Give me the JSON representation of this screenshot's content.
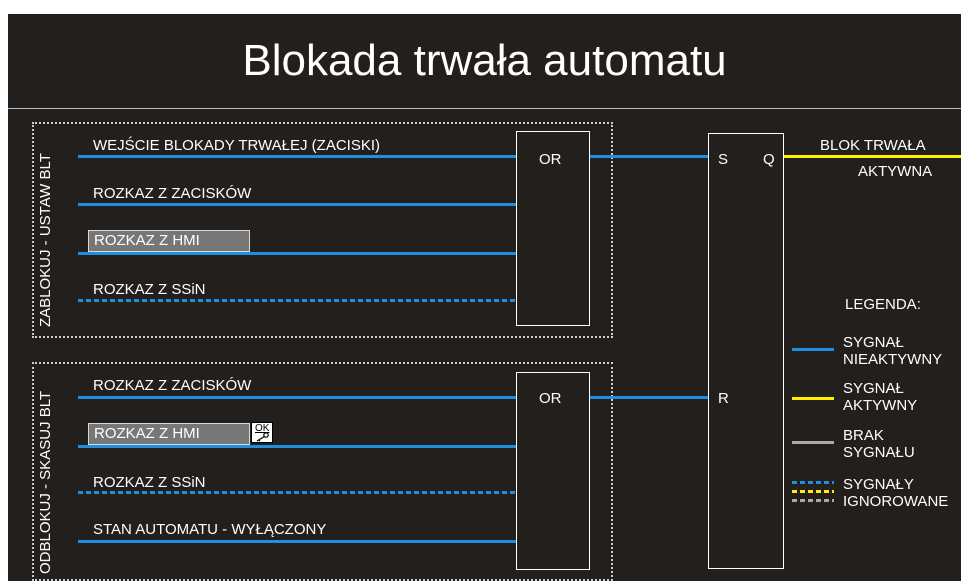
{
  "title": "Blokada trwała automatu",
  "set_group": {
    "label": "ZABLOKUJ - USTAW BLT",
    "inputs": [
      {
        "label": "WEJŚCIE BLOKADY TRWAŁEJ (ZACISKI)",
        "style": "solid"
      },
      {
        "label": "ROZKAZ Z ZACISKÓW",
        "style": "solid"
      },
      {
        "label": "ROZKAZ Z HMI",
        "style": "solid"
      },
      {
        "label": "ROZKAZ Z SSiN",
        "style": "dotted"
      }
    ],
    "gate_label": "OR"
  },
  "reset_group": {
    "label": "ODBLOKUJ - SKASUJ BLT",
    "inputs": [
      {
        "label": "ROZKAZ Z ZACISKÓW",
        "style": "solid"
      },
      {
        "label": "ROZKAZ Z HMI",
        "style": "solid"
      },
      {
        "label": "ROZKAZ Z SSiN",
        "style": "dotted"
      },
      {
        "label": "STAN AUTOMATU - WYŁĄCZONY",
        "style": "solid"
      }
    ],
    "gate_label": "OR",
    "hmi_button_label": "OK"
  },
  "flipflop": {
    "set_pin": "S",
    "reset_pin": "R",
    "output_pin": "Q"
  },
  "output": {
    "line1": "BLOK TRWAŁA",
    "line2": "AKTYWNA"
  },
  "legend": {
    "title": "LEGENDA:",
    "items": [
      {
        "line1": "SYGNAŁ",
        "line2": "NIEAKTYWNY"
      },
      {
        "line1": "SYGNAŁ",
        "line2": "AKTYWNY"
      },
      {
        "line1": "BRAK",
        "line2": "SYGNAŁU"
      },
      {
        "line1": "SYGNAŁY",
        "line2": "IGNOROWANE"
      }
    ]
  },
  "colors": {
    "background": "#231f1c",
    "inactive": "#1f8fe0",
    "active": "#ffee00",
    "no_signal": "#a9a9a9",
    "hmi_box": "#777777"
  }
}
